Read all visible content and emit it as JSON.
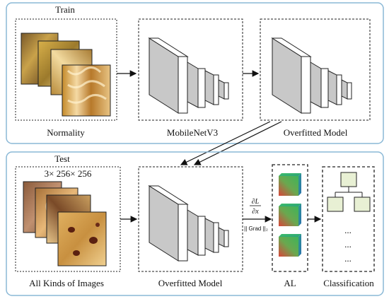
{
  "train": {
    "title": "Train",
    "input_label": "Normality",
    "backbone_label": "MobileNetV3",
    "model_label": "Overfitted Model"
  },
  "test": {
    "title": "Test",
    "input_size": "3× 256× 256",
    "input_label": "All Kinds of Images",
    "model_label": "Overfitted Model",
    "gradient_num": "∂L",
    "gradient_den": "∂x",
    "grad_norm": "|| Grad ||₂",
    "al_label": "AL",
    "classification_label": "Classification",
    "ellipsis": "..."
  },
  "colors": {
    "panel_border": "#8ab8d6",
    "layer_face": "#c8c8c8",
    "layer_side": "#ffffff",
    "arrow": "#111111"
  },
  "icons": {
    "gradient_cube": "gradient-cube-icon",
    "tree_node": "tree-node-icon"
  }
}
